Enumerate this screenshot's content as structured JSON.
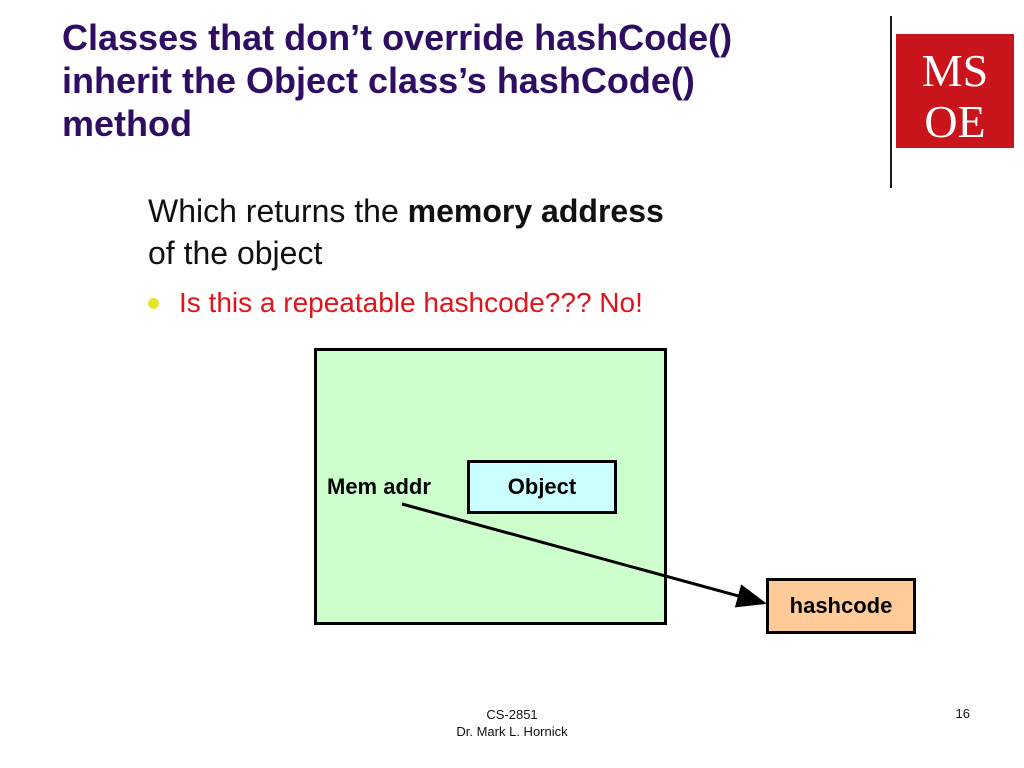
{
  "slide": {
    "title_lines": [
      "Classes that don’t override hashCode()",
      "inherit the Object class’s hashCode()",
      "method"
    ],
    "body": {
      "line1_prefix": "Which returns the ",
      "line1_bold": "memory address",
      "line2": "of the object"
    },
    "bullet": {
      "text": "Is this a repeatable hashcode??? No!"
    }
  },
  "logo": {
    "line1": "MS",
    "line2": "OE",
    "background": "#c8141a",
    "text_color": "#ffffff"
  },
  "diagram": {
    "memory_label": "Mem addr",
    "object_label": "Object",
    "hashcode_label": "hashcode",
    "colors": {
      "memory_region": "#ccffcc",
      "object_box": "#ccffff",
      "hashcode_box": "#ffcc99"
    }
  },
  "footer": {
    "course": "CS-2851",
    "author": "Dr. Mark L. Hornick",
    "page": "16"
  },
  "colors": {
    "title": "#2e0d62",
    "bullet_text": "#e0141a",
    "bullet_dot": "#e3e62a"
  }
}
